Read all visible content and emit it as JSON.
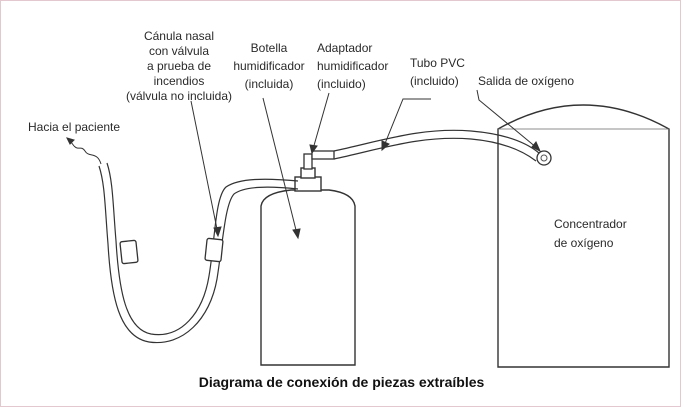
{
  "labels": {
    "cannula": [
      "Cánula nasal",
      "con válvula",
      "a prueba de",
      "incendios",
      "(válvula no incluida)"
    ],
    "bottle": [
      "Botella",
      "humidificador",
      "(incluida)"
    ],
    "adapter": [
      "Adaptador",
      "humidificador",
      "(incluido)"
    ],
    "tube": [
      "Tubo PVC",
      "(incluido)"
    ],
    "outlet": "Salida de oxígeno",
    "patient": "Hacia el paciente",
    "concentrator": [
      "Concentrador",
      "de oxígeno"
    ]
  },
  "caption": "Diagrama de conexión de piezas extraíbles"
}
